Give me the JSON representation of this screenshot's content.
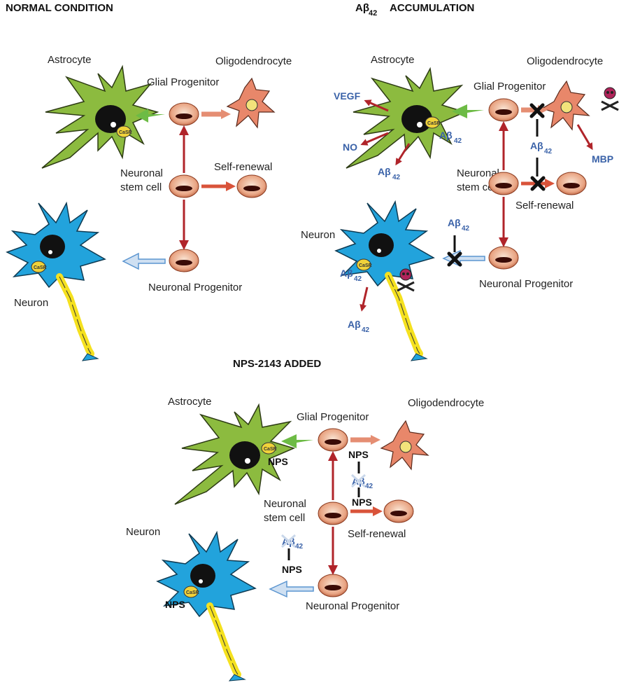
{
  "titles": {
    "normal": "NORMAL CONDITION",
    "accum_prefix": "Aβ",
    "accum_sub": "42",
    "accum_suffix": "ACCUMULATION",
    "nps_added": "NPS-2143 ADDED"
  },
  "labels": {
    "astrocyte": "Astrocyte",
    "oligodendrocyte": "Oligodendrocyte",
    "glial_progenitor": "Glial Progenitor",
    "self_renewal": "Self-renewal",
    "neuronal_stem_cell_line1": "Neuronal",
    "neuronal_stem_cell_line2": "stem cell",
    "neuronal_progenitor": "Neuronal Progenitor",
    "neuron": "Neuron",
    "casr": "CaSR",
    "nps": "NPS"
  },
  "markers": {
    "vegf": "VEGF",
    "no": "NO",
    "mbp": "MBP",
    "abeta": "Aβ",
    "abeta_sub": "42"
  },
  "colors": {
    "astrocyte": "#8cbb3f",
    "neuron_body": "#22a3dc",
    "axon": "#f5e11f",
    "oligodendrocyte": "#e8876a",
    "red_arrow": "#b0242a",
    "green_arrow": "#6dbb45",
    "blue_arrow": "#5b95d0",
    "abeta": "#3a62a8"
  }
}
